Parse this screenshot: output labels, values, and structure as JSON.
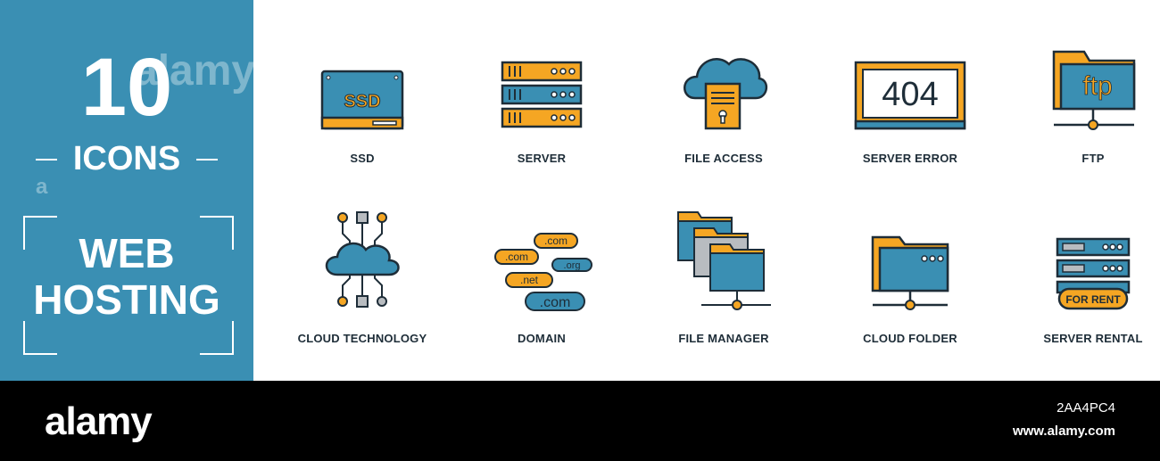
{
  "panel": {
    "count": "10",
    "icons_word": "ICONS",
    "title_line1": "WEB",
    "title_line2": "HOSTING",
    "watermark": "alamy",
    "watermark_small": "a",
    "bg_color": "#3a8fb3"
  },
  "icons": [
    {
      "label": "SSD",
      "icon": "ssd-icon",
      "chip_text": "SSD"
    },
    {
      "label": "SERVER",
      "icon": "server-icon"
    },
    {
      "label": "FILE ACCESS",
      "icon": "file-access-icon"
    },
    {
      "label": "SERVER ERROR",
      "icon": "server-error-icon",
      "screen_text": "404"
    },
    {
      "label": "FTP",
      "icon": "ftp-icon",
      "folder_text": "ftp"
    },
    {
      "label": "CLOUD TECHNOLOGY",
      "icon": "cloud-technology-icon"
    },
    {
      "label": "DOMAIN",
      "icon": "domain-icon",
      "tags": [
        ".com",
        ".com",
        ".org",
        ".net",
        ".com"
      ]
    },
    {
      "label": "FILE MANAGER",
      "icon": "file-manager-icon"
    },
    {
      "label": "CLOUD FOLDER",
      "icon": "cloud-folder-icon"
    },
    {
      "label": "SERVER RENTAL",
      "icon": "server-rental-icon",
      "badge_text": "FOR RENT"
    }
  ],
  "footer": {
    "brand": "alamy",
    "image_id": "2AA4PC4",
    "site": "www.alamy.com"
  },
  "colors": {
    "blue": "#3a8fb3",
    "orange": "#f5a623",
    "outline": "#1e2d38",
    "gray": "#b8bcc0"
  }
}
